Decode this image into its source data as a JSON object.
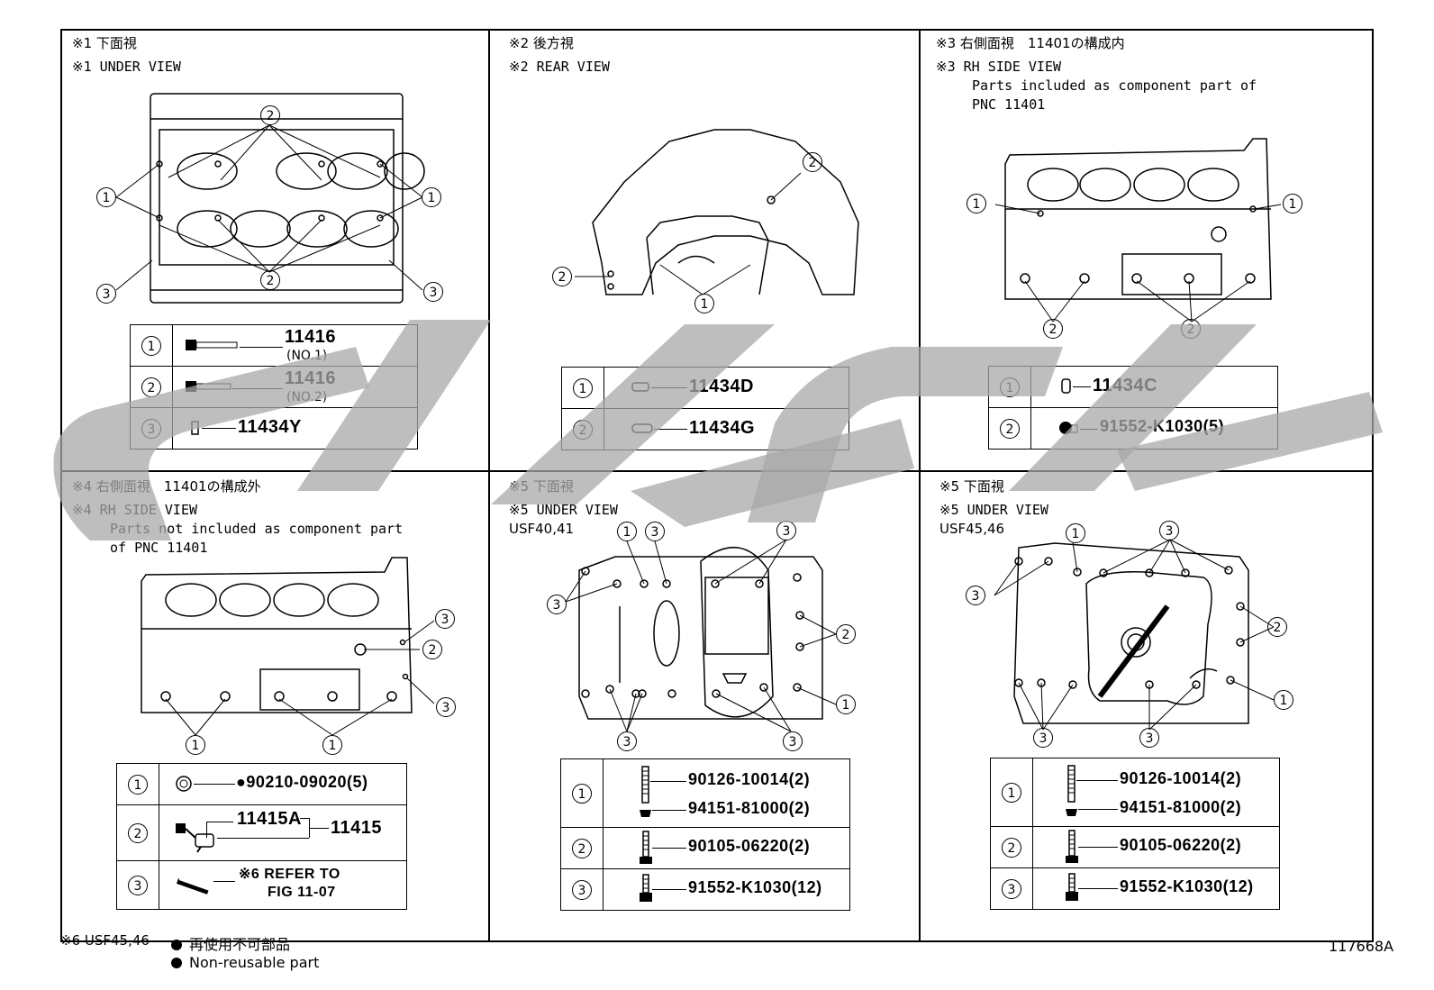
{
  "panels": {
    "p1": {
      "jp": "※1 下面視",
      "en": "※1 UNDER VIEW",
      "rows": [
        {
          "n": "1",
          "pno": "11416",
          "sub": "(NO.1)"
        },
        {
          "n": "2",
          "pno": "11416",
          "sub": "(NO.2)"
        },
        {
          "n": "3",
          "pno": "11434Y"
        }
      ]
    },
    "p2": {
      "jp": "※2 後方視",
      "en": "※2 REAR VIEW",
      "rows": [
        {
          "n": "1",
          "pno": "11434D"
        },
        {
          "n": "2",
          "pno": "11434G"
        }
      ]
    },
    "p3": {
      "jp": "※3 右側面視　11401の構成内",
      "en": "※3 RH SIDE VIEW",
      "note1": "Parts included as component part of",
      "note2": "PNC 11401",
      "rows": [
        {
          "n": "1",
          "pno": "11434C"
        },
        {
          "n": "2",
          "pno": "91552-K1030(5)"
        }
      ]
    },
    "p4": {
      "jp": "※4 右側面視　11401の構成外",
      "en": "※4 RH SIDE VIEW",
      "note1": "Parts not included as component part",
      "note2": "of PNC 11401",
      "rows": [
        {
          "n": "1",
          "pno": "●90210-09020(5)"
        },
        {
          "n": "2",
          "pno": "11415A",
          "pno2": "11415"
        },
        {
          "n": "3",
          "ref1": "※6 REFER TO",
          "ref2": "FIG 11-07"
        }
      ]
    },
    "p5": {
      "jp": "※5 下面視",
      "en": "※5 UNDER VIEW",
      "model": "USF40,41",
      "rows": [
        {
          "n": "1",
          "pno": "90126-10014(2)",
          "pno2": "94151-81000(2)"
        },
        {
          "n": "2",
          "pno": "90105-06220(2)"
        },
        {
          "n": "3",
          "pno": "91552-K1030(12)"
        }
      ]
    },
    "p6": {
      "jp": "※5 下面視",
      "en": "※5 UNDER VIEW",
      "model": "USF45,46",
      "rows": [
        {
          "n": "1",
          "pno": "90126-10014(2)",
          "pno2": "94151-81000(2)"
        },
        {
          "n": "2",
          "pno": "90105-06220(2)"
        },
        {
          "n": "3",
          "pno": "91552-K1030(12)"
        }
      ]
    }
  },
  "callouts": {
    "c1": "1",
    "c2": "2",
    "c3": "3"
  },
  "footer": {
    "note_label": "※6 USF45,46",
    "jp": "再使用不可部品",
    "en": "Non-reusable part",
    "fig_id": "117668A"
  },
  "colors": {
    "line": "#000000",
    "watermark": "#b3b3b3"
  }
}
